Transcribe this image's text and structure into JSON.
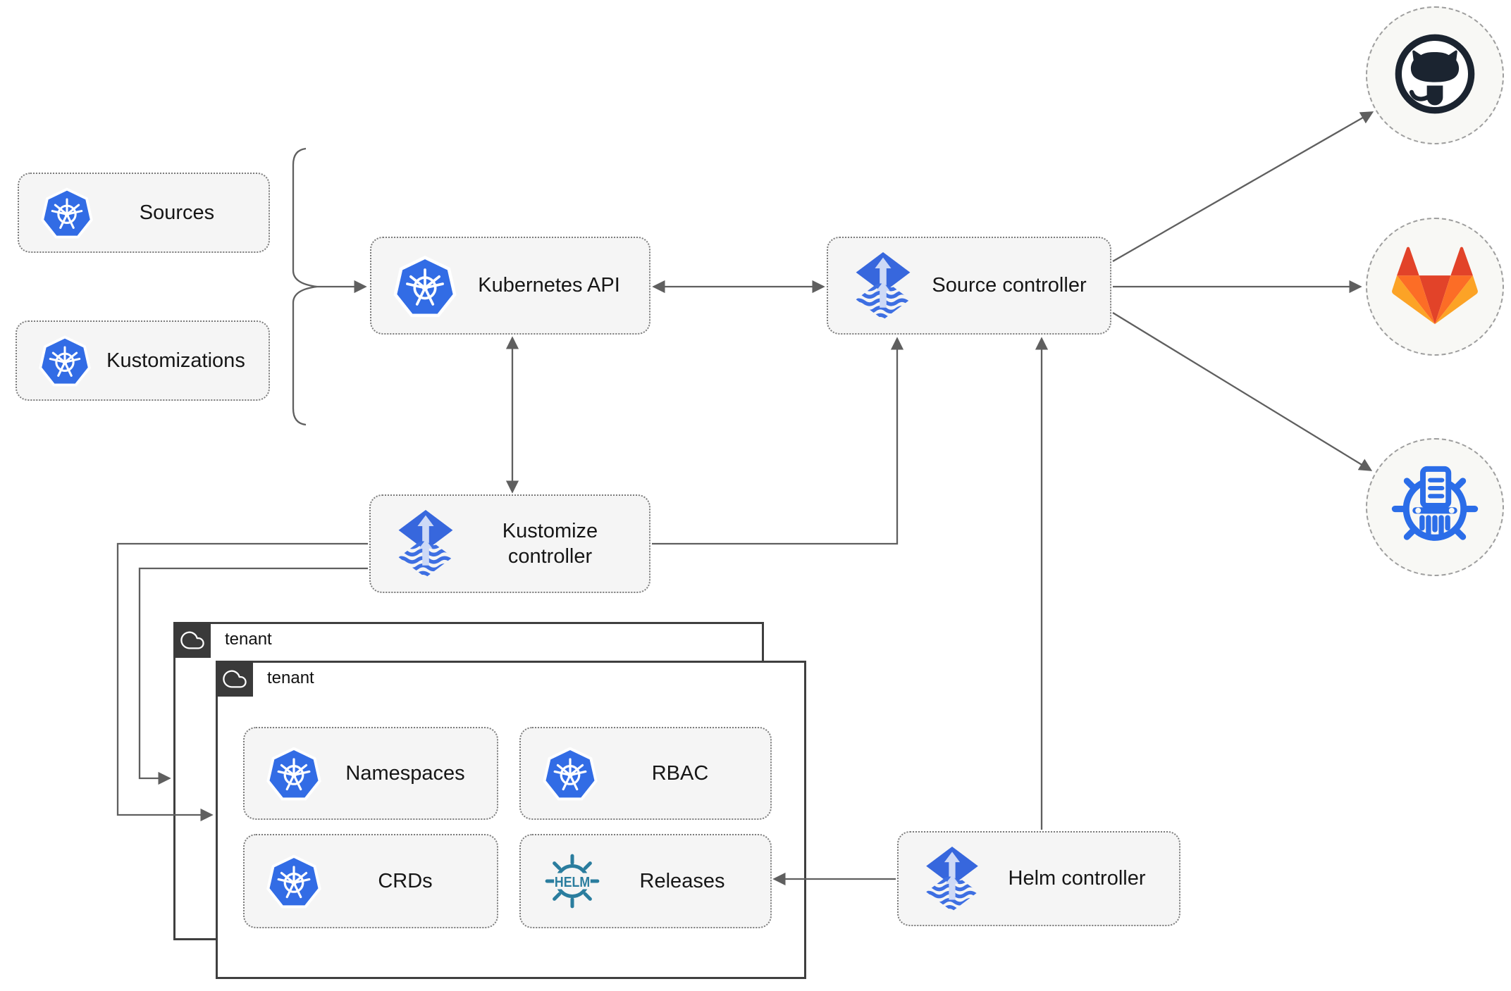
{
  "diagram": {
    "nodes": {
      "sources": {
        "label": "Sources"
      },
      "kustomizations": {
        "label": "Kustomizations"
      },
      "kubernetes_api": {
        "label": "Kubernetes API"
      },
      "source_controller": {
        "label": "Source controller"
      },
      "kustomize_controller": {
        "label": "Kustomize controller"
      },
      "helm_controller": {
        "label": "Helm controller"
      },
      "namespaces": {
        "label": "Namespaces"
      },
      "rbac": {
        "label": "RBAC"
      },
      "crds": {
        "label": "CRDs"
      },
      "releases": {
        "label": "Releases"
      }
    },
    "groups": {
      "tenant_back": {
        "label": "tenant"
      },
      "tenant_front": {
        "label": "tenant"
      }
    },
    "helm_logo_text": "HELM",
    "icons": [
      "kubernetes-icon",
      "flux-icon",
      "helm-icon",
      "github-icon",
      "gitlab-icon",
      "registry-icon",
      "cloud-icon"
    ],
    "colors": {
      "kubernetes_blue": "#326ce5",
      "flux_blue": "#3767dd",
      "flux_light": "#cdd9f6",
      "helm_teal": "#2a7d9e",
      "github_dark": "#1b2430",
      "gitlab_red": "#e24329",
      "gitlab_orange": "#fc6d26",
      "gitlab_amber": "#fca326",
      "registry_blue": "#2b6de8",
      "node_fill": "#f5f5f5",
      "line_gray": "#5f5f5f"
    }
  }
}
